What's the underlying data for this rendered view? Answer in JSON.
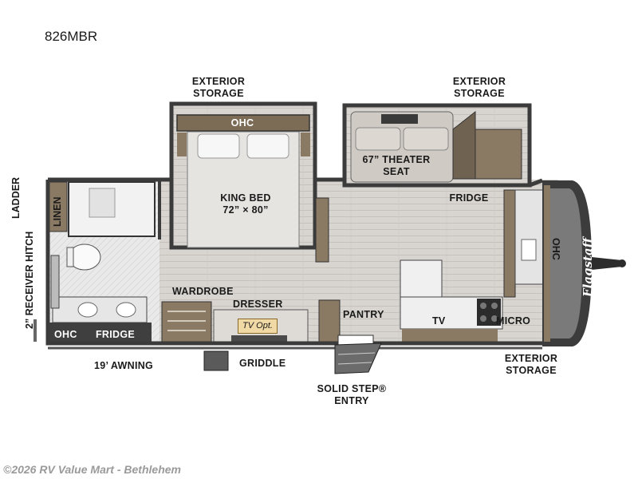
{
  "model": "826MBR",
  "labels": {
    "ext_storage_top_left": [
      "EXTERIOR",
      "STORAGE"
    ],
    "ext_storage_top_right": [
      "EXTERIOR",
      "STORAGE"
    ],
    "ext_storage_bottom_right": [
      "EXTERIOR",
      "STORAGE"
    ],
    "ohc_bedroom": "OHC",
    "theater_seat": [
      "67” THEATER",
      "SEAT"
    ],
    "king_bed": [
      "KING BED",
      "72” × 80”"
    ],
    "fridge_kitchen": "FRIDGE",
    "ladder": "LADDER",
    "linen": "LINEN",
    "receiver_hitch": "2” RECEIVER HITCH",
    "wardrobe": "WARDROBE",
    "dresser": "DRESSER",
    "tv_opt": "TV Opt.",
    "pantry": "PANTRY",
    "tv": "TV",
    "micro": "MICRO",
    "ohc_front": "OHC",
    "ohc_rear": "OHC",
    "fridge_rear": "FRIDGE",
    "awning": "19’ AWNING",
    "griddle": "GRIDDLE",
    "entry": [
      "SOLID STEP®",
      "ENTRY"
    ],
    "brand": "Flagstaff"
  },
  "watermark": "©2026 RV Value Mart - Bethlehem",
  "colors": {
    "wall": "#3b3b3b",
    "floor": "#d9d6d1",
    "cabinet": "#8a7a63",
    "counter": "#ededed"
  }
}
